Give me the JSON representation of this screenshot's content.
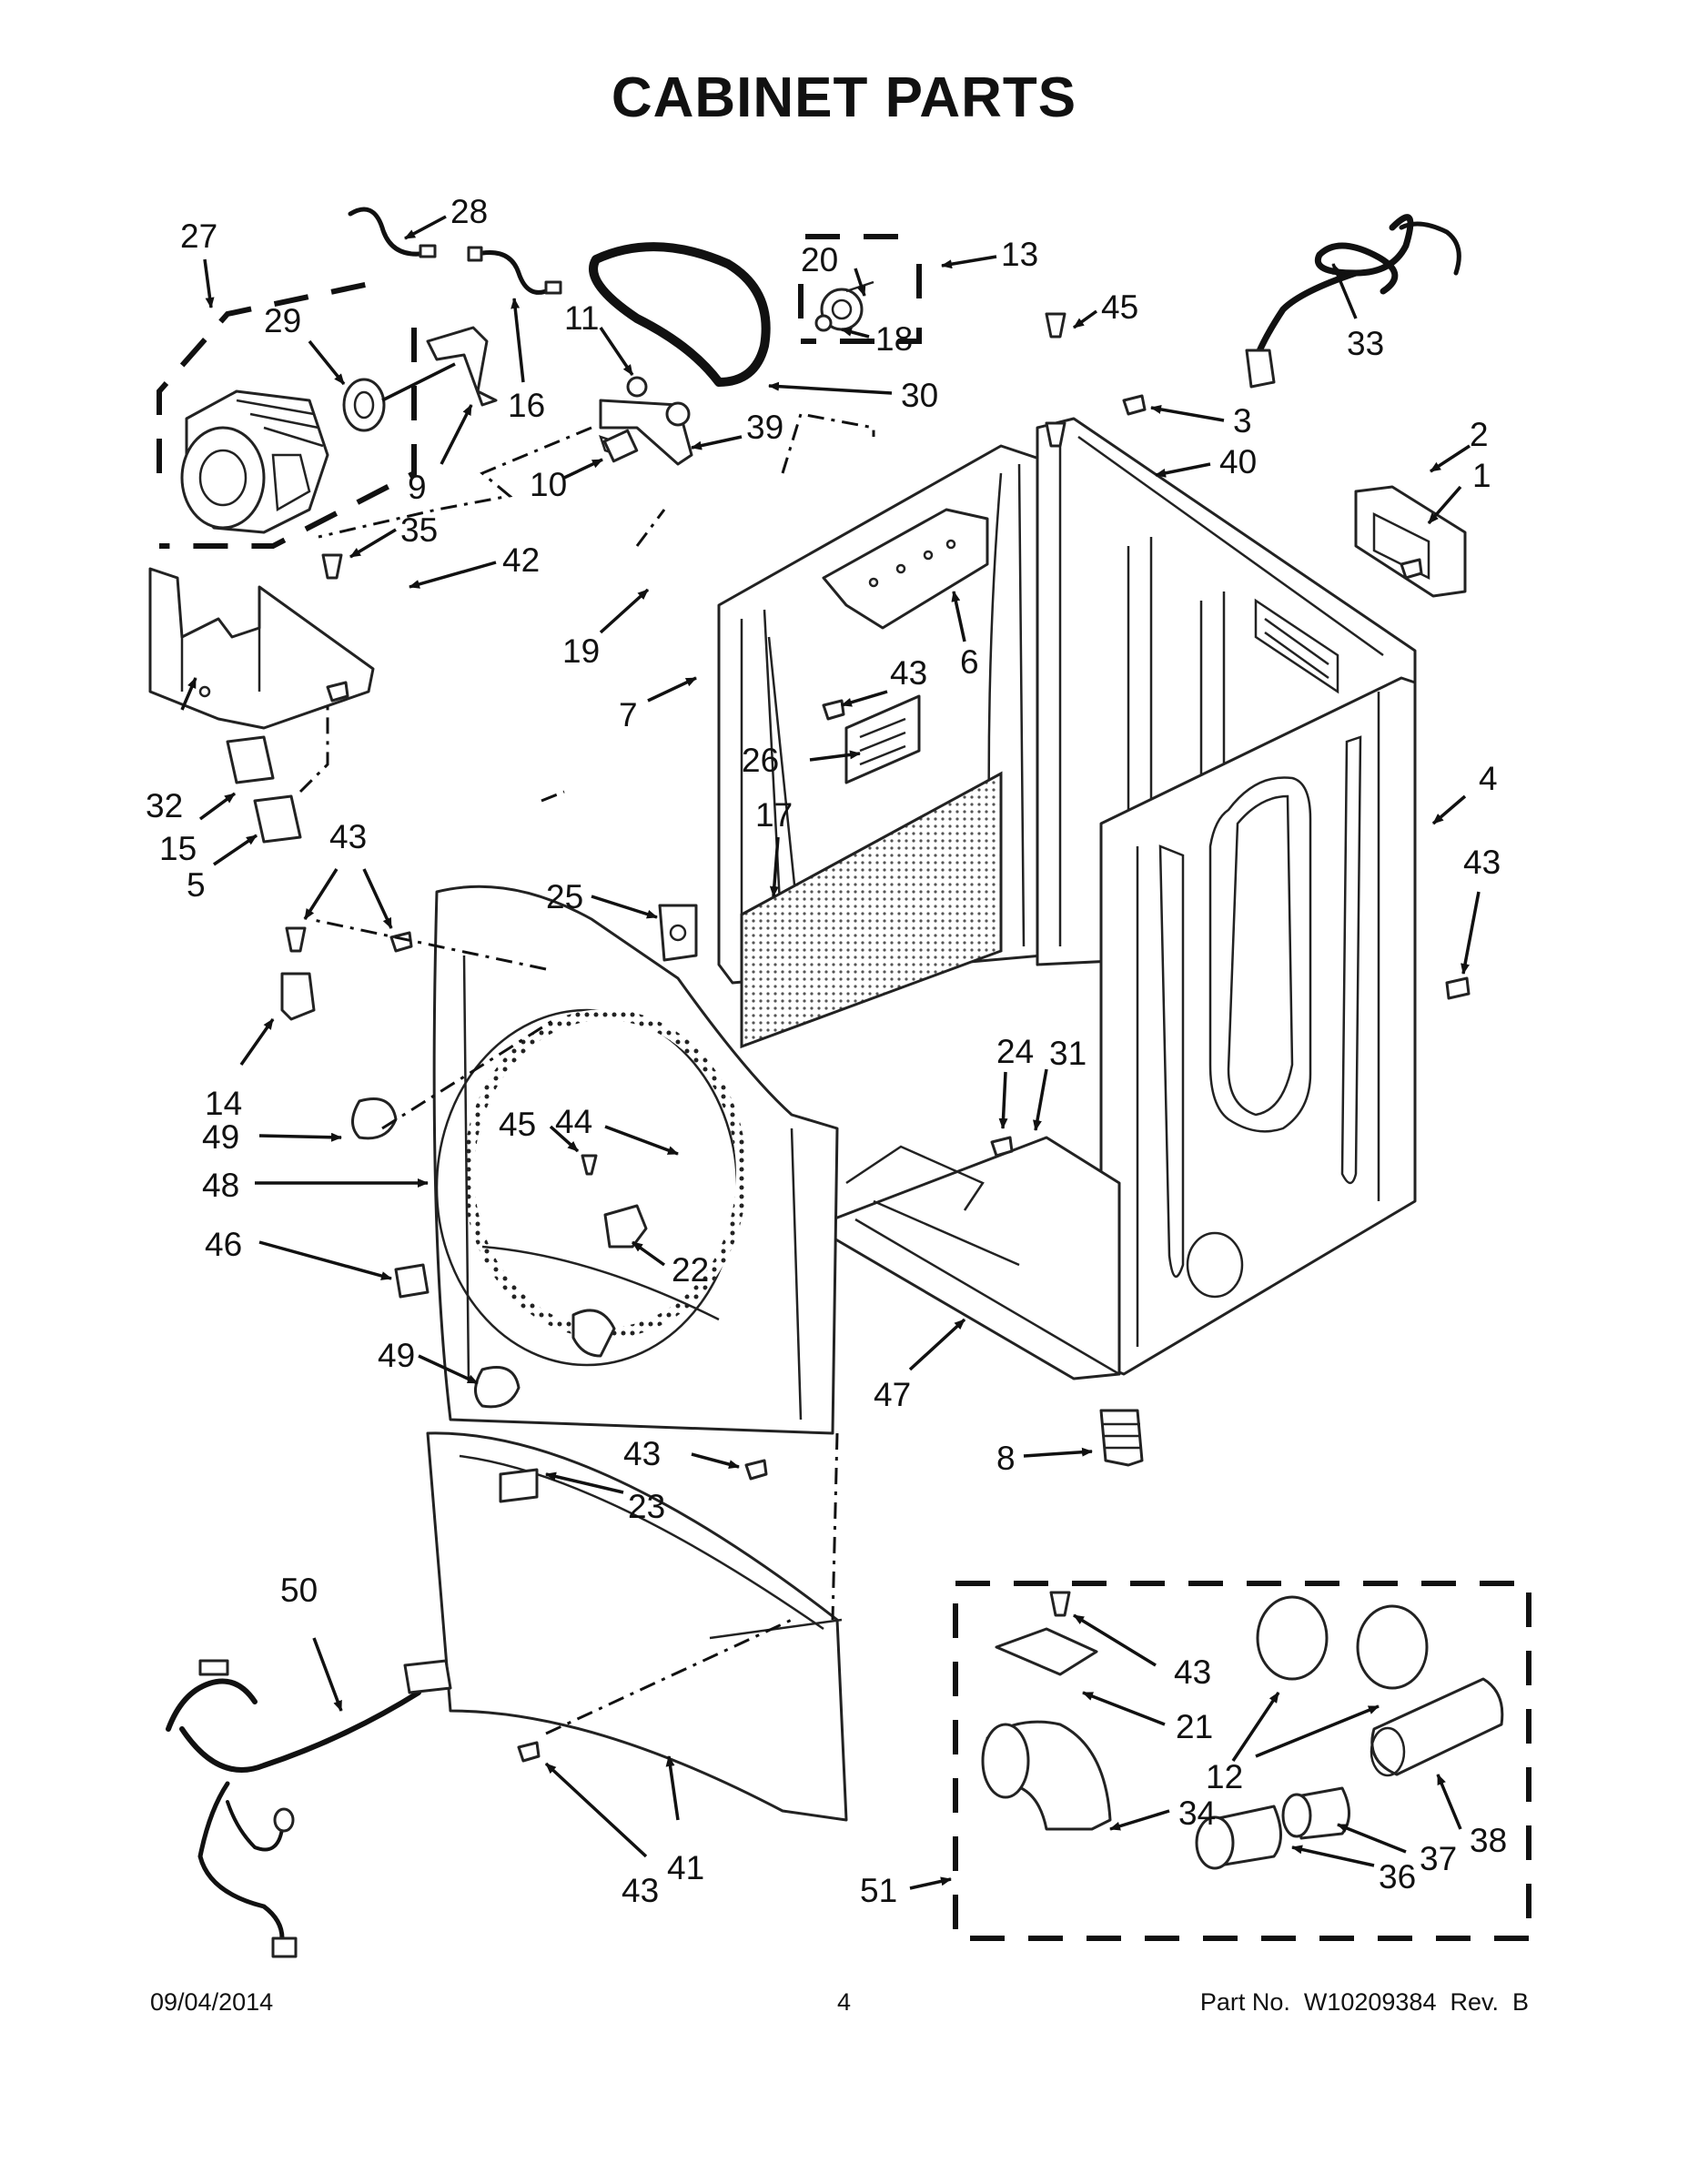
{
  "title": "CABINET PARTS",
  "footer": {
    "date": "09/04/2014",
    "page_number": "4",
    "part_number": "Part No.  W10209384  Rev.  B"
  },
  "callouts": {
    "c1": "1",
    "c2": "2",
    "c3": "3",
    "c4": "4",
    "c5": "5",
    "c6": "6",
    "c7": "7",
    "c8": "8",
    "c9": "9",
    "c10": "10",
    "c11": "11",
    "c12": "12",
    "c13": "13",
    "c14": "14",
    "c15": "15",
    "c16": "16",
    "c17": "17",
    "c18": "18",
    "c19": "19",
    "c20": "20",
    "c21": "21",
    "c22": "22",
    "c23": "23",
    "c24": "24",
    "c25": "25",
    "c26": "26",
    "c27": "27",
    "c28": "28",
    "c29": "29",
    "c30": "30",
    "c31": "31",
    "c32": "32",
    "c33": "33",
    "c34": "34",
    "c35": "35",
    "c36": "36",
    "c37": "37",
    "c38": "38",
    "c39": "39",
    "c40": "40",
    "c41": "41",
    "c42": "42",
    "c43": "43",
    "c44": "44",
    "c45": "45",
    "c46": "46",
    "c47": "47",
    "c48": "48",
    "c49": "49",
    "c50": "50",
    "c51": "51"
  }
}
